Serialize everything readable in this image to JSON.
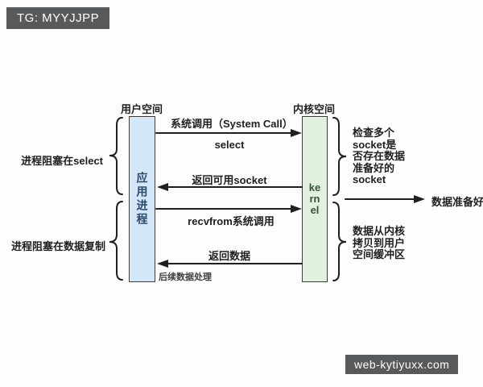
{
  "watermarks": {
    "top": "TG: MYYJJPP",
    "bottom": "web-kytiyuxx.com"
  },
  "diagram": {
    "user_space_label": "用户空间",
    "kernel_space_label": "内核空间",
    "app_process_label": "应用进程",
    "kernel_label": "ke\nrn\nel",
    "arrows": {
      "syscall_line1": "系统调用（System Call）",
      "syscall_line2": "select",
      "return_socket": "返回可用socket",
      "recvfrom": "recvfrom系统调用",
      "return_data": "返回数据",
      "data_ready": "数据准备好"
    },
    "left_notes": {
      "block_select": "进程阻塞在select",
      "block_copy": "进程阻塞在数据复制"
    },
    "right_notes": {
      "check_sockets": "检查多个\nsocket是\n否存在数据\n准备好的\nsocket",
      "copy_data": "数据从内核\n拷贝到用户\n空间缓冲区"
    },
    "followup": "后续数据处理",
    "colors": {
      "app_bar_fill": "#d4e7f8",
      "kernel_bar_fill": "#e2f0e0",
      "badge_bg": "#58595b",
      "line": "#1f1f1f",
      "app_text": "#2c4a6b",
      "kernel_text": "#39543a"
    }
  }
}
